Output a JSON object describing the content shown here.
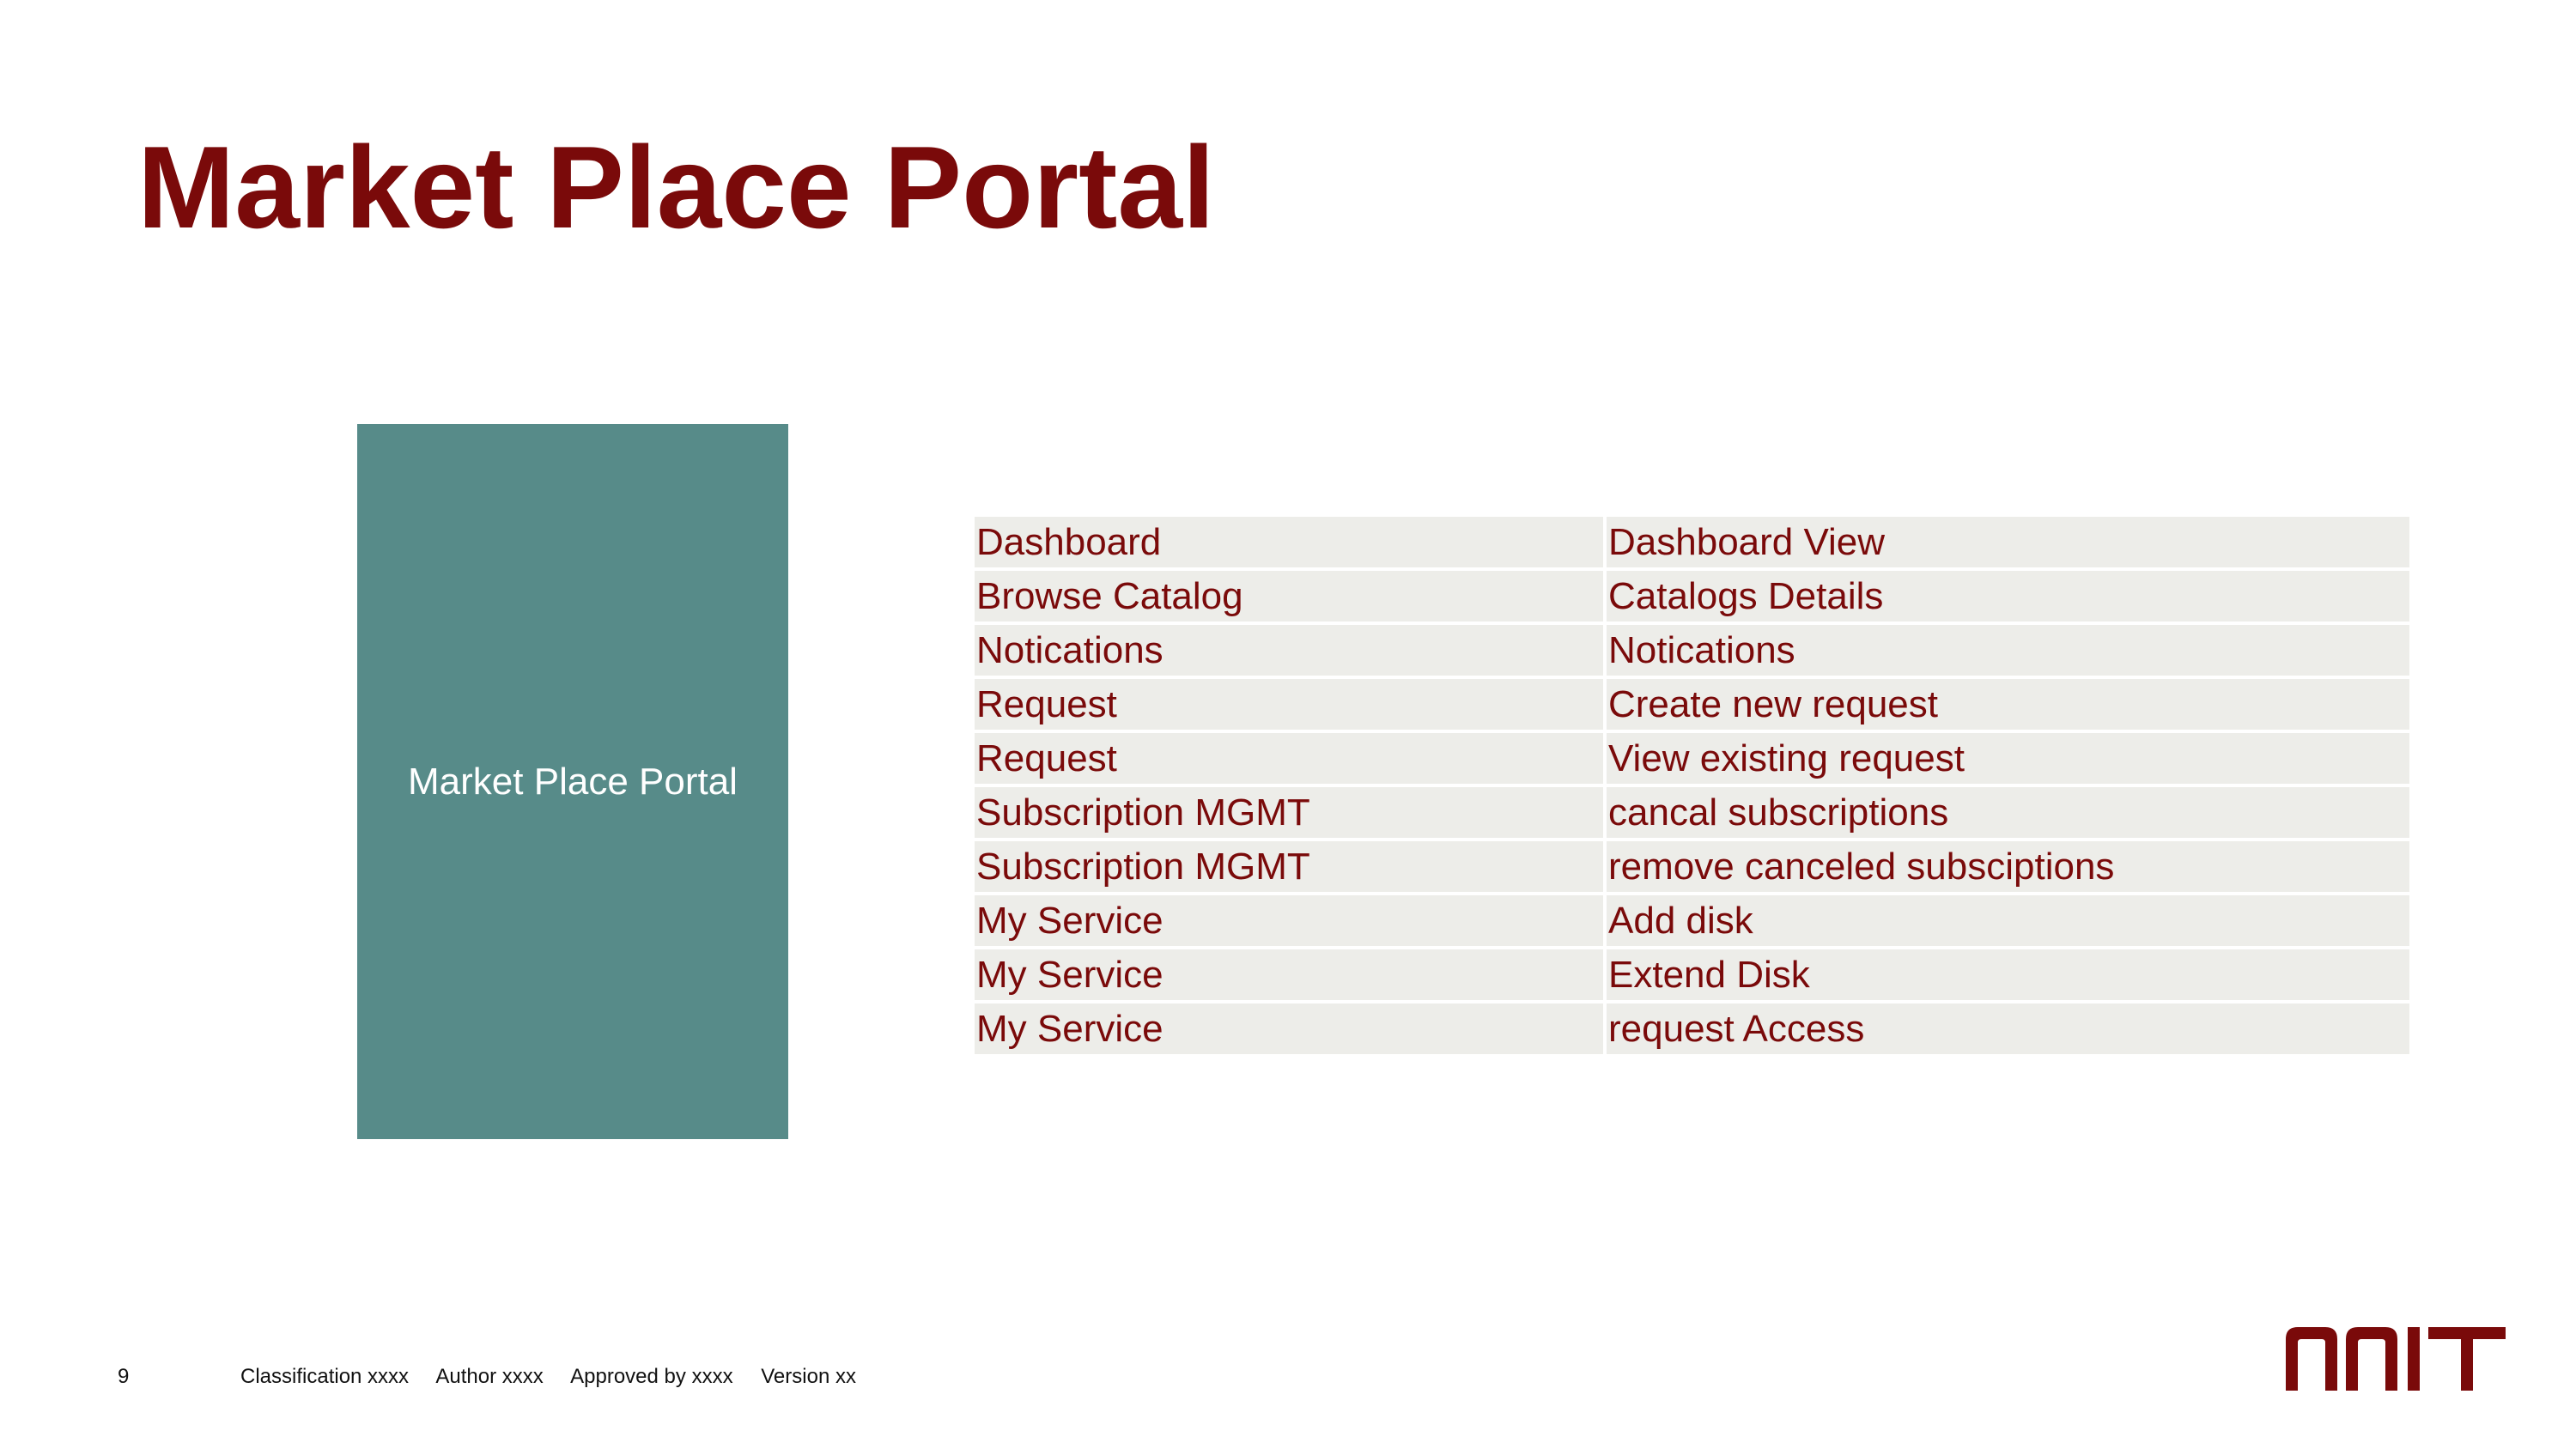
{
  "title": "Market Place Portal",
  "side_box": {
    "label": "Market Place Portal",
    "color": "#578b89"
  },
  "table": {
    "rows": [
      [
        "Dashboard",
        "Dashboard View"
      ],
      [
        "Browse Catalog",
        "Catalogs Details"
      ],
      [
        "Notications",
        "Notications"
      ],
      [
        "Request",
        "Create new request"
      ],
      [
        "Request",
        "View existing request"
      ],
      [
        "Subscription MGMT",
        "cancal subscriptions"
      ],
      [
        "Subscription MGMT",
        "remove canceled subsciptions"
      ],
      [
        "My Service",
        "Add disk"
      ],
      [
        "My Service",
        "Extend Disk"
      ],
      [
        "My Service",
        "request Access"
      ]
    ]
  },
  "footer": {
    "page_number": "9",
    "classification": "Classification xxxx",
    "author": "Author xxxx",
    "approved_by": "Approved by xxxx",
    "version": "Version xx"
  },
  "logo": {
    "text": "NNIT",
    "color": "#7a0a0a"
  },
  "colors": {
    "accent": "#7a0a0a",
    "cell_background": "#edede9"
  }
}
